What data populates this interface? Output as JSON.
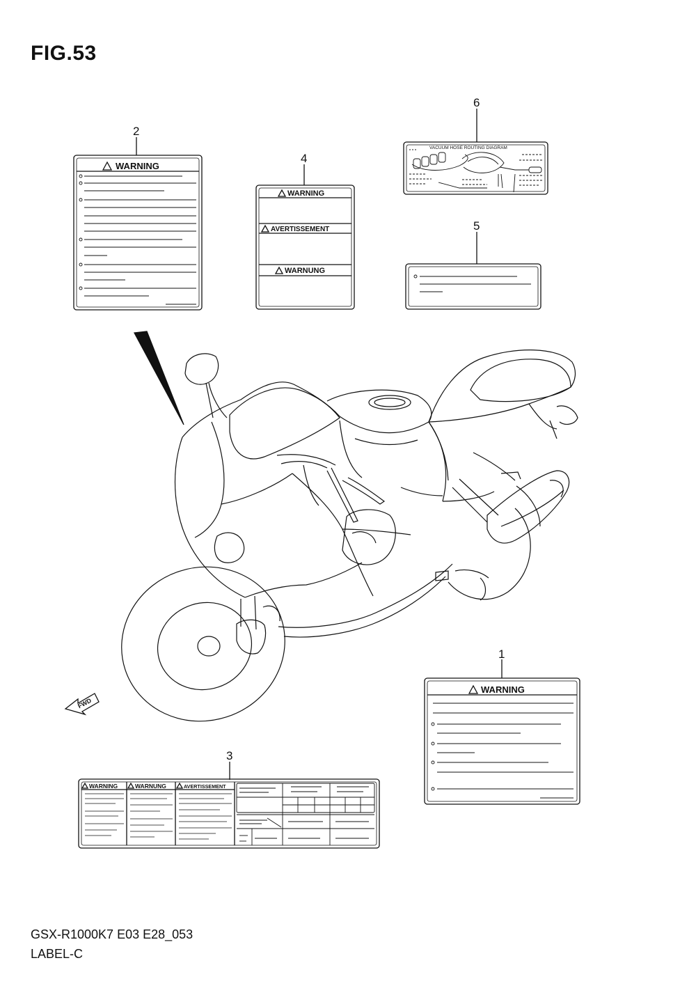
{
  "figure": {
    "title": "FIG.53"
  },
  "footer": {
    "code": "GSX-R1000K7 E03 E28_053",
    "subtitle": "LABEL-C"
  },
  "callouts": [
    "1",
    "2",
    "3",
    "4",
    "5",
    "6"
  ],
  "labels": {
    "warning": "WARNING",
    "avertissement": "AVERTISSEMENT",
    "warnung": "WARNUNG",
    "vacuum_title": "VACUUM HOSE ROUTING DIAGRAM"
  },
  "fwd_arrow": "FWD"
}
